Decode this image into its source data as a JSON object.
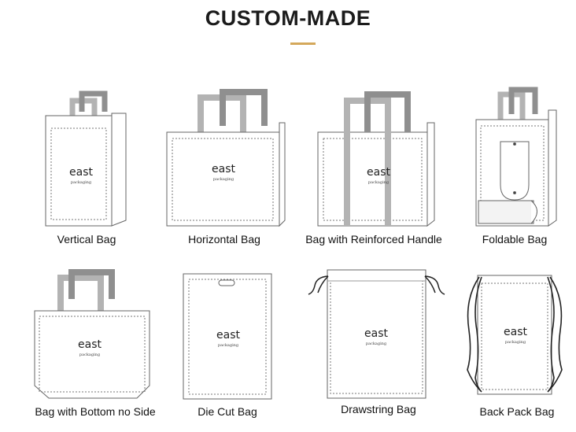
{
  "header": {
    "title": "CUSTOM-MADE"
  },
  "brand": {
    "main": "east",
    "sub": "packaging"
  },
  "colors": {
    "accent": "#d4a85b",
    "handle": "#a8a8a8",
    "outline": "#555555"
  },
  "bags": [
    {
      "label": "Vertical Bag"
    },
    {
      "label": "Horizontal Bag"
    },
    {
      "label": "Bag with Reinforced Handle"
    },
    {
      "label": "Foldable Bag"
    },
    {
      "label": "Bag with Bottom no Side"
    },
    {
      "label": "Die Cut Bag"
    },
    {
      "label": "Drawstring Bag"
    },
    {
      "label": "Back Pack Bag"
    }
  ]
}
